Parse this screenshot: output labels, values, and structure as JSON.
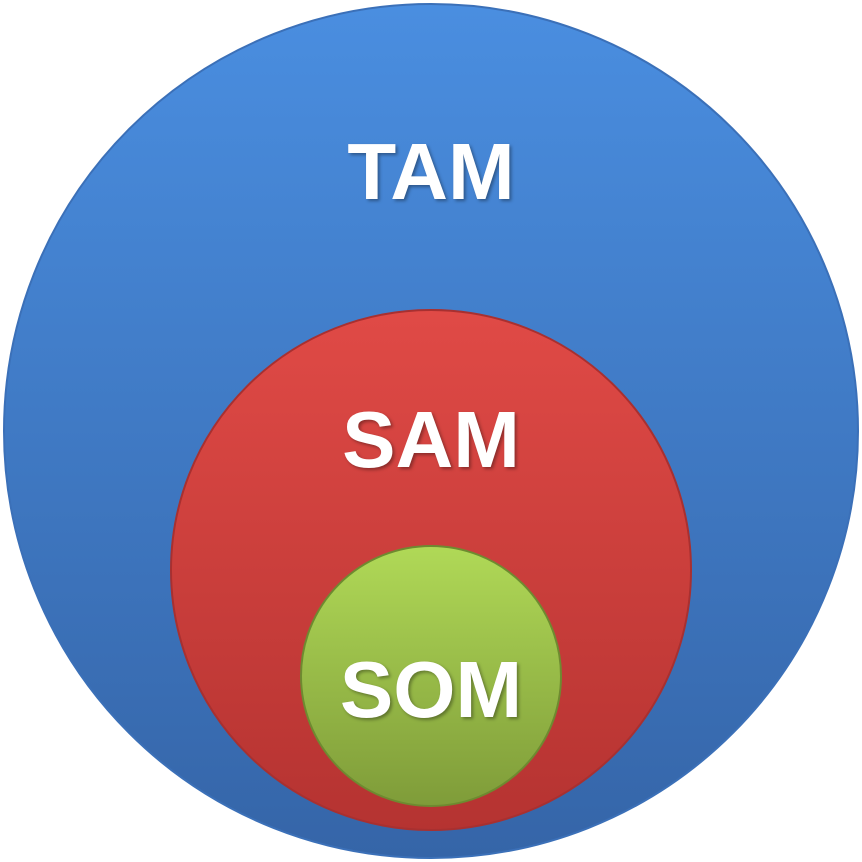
{
  "circles": [
    {
      "label": "TAM",
      "color_top": "#4a8ee0",
      "color_bottom": "#3565a8"
    },
    {
      "label": "SAM",
      "color_top": "#e04a46",
      "color_bottom": "#b53331"
    },
    {
      "label": "SOM",
      "color_top": "#a9d44e",
      "color_bottom": "#7f9c39"
    }
  ]
}
